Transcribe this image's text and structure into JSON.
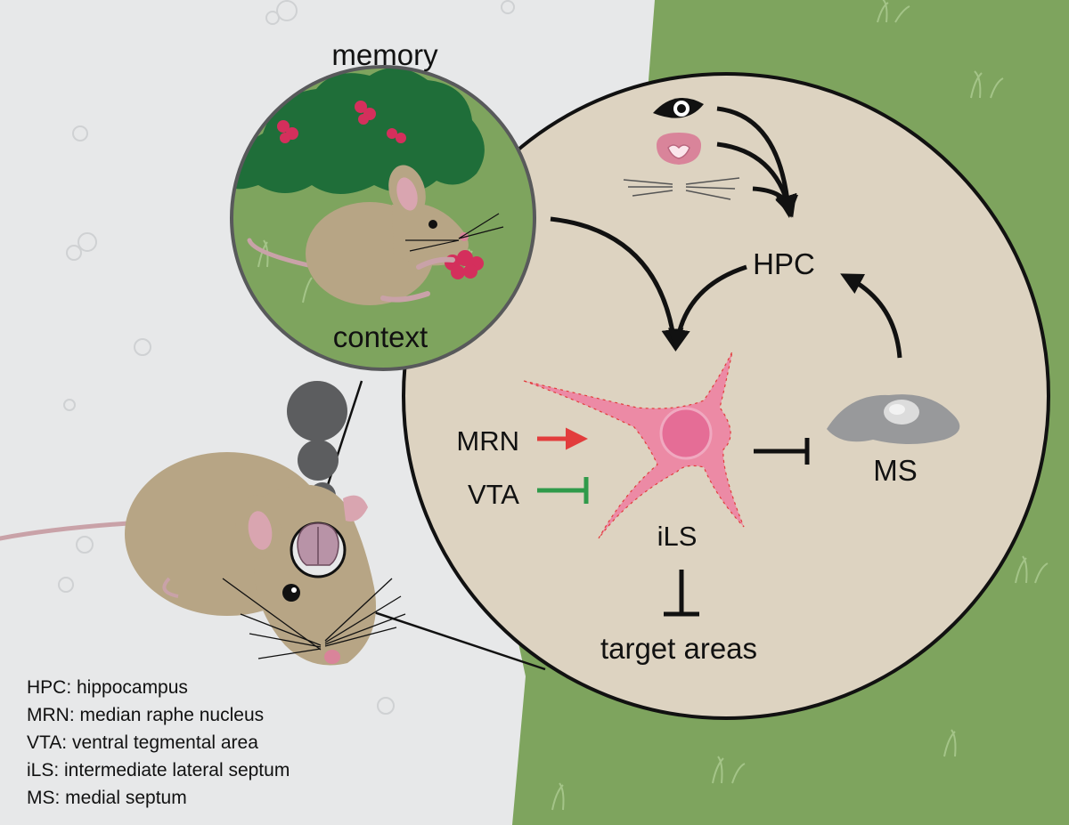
{
  "labels": {
    "memory": "memory",
    "context": "context",
    "hpc": "HPC",
    "mrn": "MRN",
    "vta": "VTA",
    "ils": "iLS",
    "ms": "MS",
    "target": "target areas"
  },
  "legend": [
    "HPC: hippocampus",
    "MRN: median raphe nucleus",
    "VTA: ventral tegmental area",
    "iLS: intermediate lateral septum",
    "MS: medial septum"
  ],
  "colors": {
    "background": "#e7e8e9",
    "grass": "#7ea45e",
    "circle_fill": "#ddd3c1",
    "mouse": "#b7a585",
    "neuron": "#ec8aa5",
    "excitatory_arrow": "#e23c3c",
    "inhibitory_arrow": "#2f9a4a",
    "ms_region": "#98999b",
    "dark_blob": "#5c5d5f",
    "foliage": "#1f6e39",
    "berry": "#d42f5c"
  }
}
